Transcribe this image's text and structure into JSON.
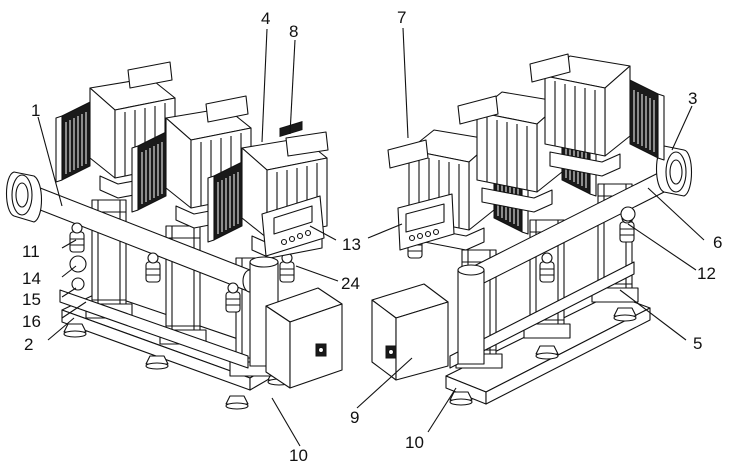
{
  "figure": {
    "type": "technical-line-drawing",
    "subject": "pump-booster-set",
    "views": [
      "front-left",
      "rear-right"
    ]
  },
  "callouts": {
    "c1": "1",
    "c2": "2",
    "c3": "3",
    "c4": "4",
    "c5": "5",
    "c6": "6",
    "c7": "7",
    "c8": "8",
    "c9": "9",
    "c10_left": "10",
    "c10_right": "10",
    "c11": "11",
    "c12": "12",
    "c13": "13",
    "c14": "14",
    "c15": "15",
    "c16": "16",
    "c24": "24"
  }
}
